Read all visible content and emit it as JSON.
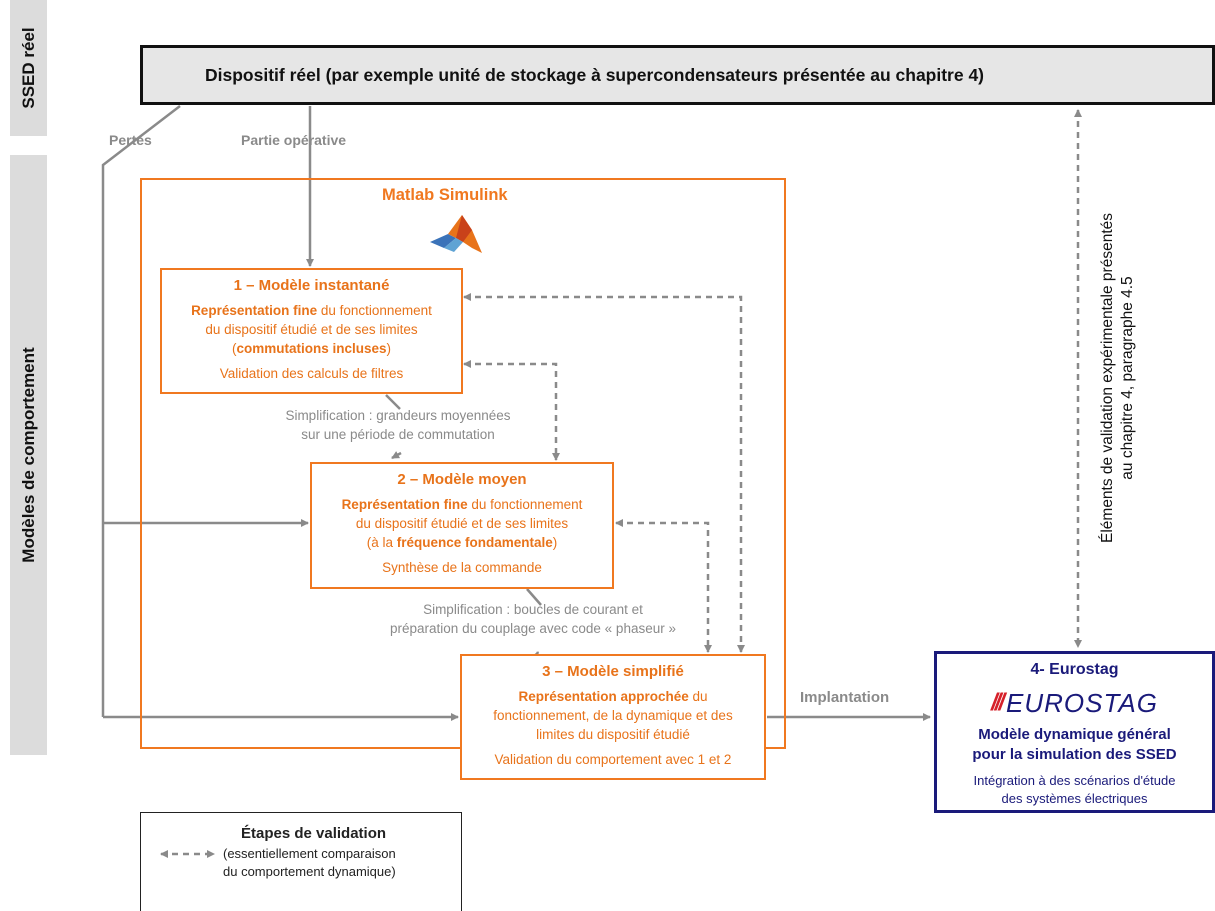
{
  "side_labels": {
    "top": "SSED réel",
    "bottom": "Modèles de comportement"
  },
  "real_device": "Dispositif réel (par exemple unité de stockage à supercondensateurs présentée au chapitre 4)",
  "links": {
    "pertes": "Pertes",
    "partie_operative": "Partie opérative",
    "implantation": "Implantation"
  },
  "simulink": {
    "title": "Matlab Simulink",
    "logo_icon": "matlab-logo-icon"
  },
  "model1": {
    "title": "1 – Modèle instantané",
    "line1_bold": "Représentation fine",
    "line1_rest": " du fonctionnement",
    "line2": "du dispositif étudié et de ses limites",
    "line3_open": "(",
    "line3_bold": "commutations incluses",
    "line3_close": ")",
    "sub": "Validation des calculs de filtres"
  },
  "simplification1": {
    "line1": "Simplification : grandeurs moyennées",
    "line2": "sur une période de commutation"
  },
  "model2": {
    "title": "2 – Modèle moyen",
    "line1_bold": "Représentation fine",
    "line1_rest": " du fonctionnement",
    "line2": "du dispositif étudié et de ses limites",
    "line3_open": "(à la ",
    "line3_bold": "fréquence fondamentale",
    "line3_close": ")",
    "sub": "Synthèse de la commande"
  },
  "simplification2": {
    "line1": "Simplification : boucles de courant et",
    "line2": "préparation du couplage avec code « phaseur »"
  },
  "model3": {
    "title": "3 – Modèle simplifié",
    "line1_bold": "Représentation approchée",
    "line1_rest": " du",
    "line2": "fonctionnement, de la dynamique et des",
    "line3": "limites du dispositif étudié",
    "sub": "Validation du comportement avec 1 et 2"
  },
  "eurostag": {
    "title": "4- Eurostag",
    "logo_bars": "///",
    "logo_name": "EUROSTAG",
    "bold_line1": "Modèle dynamique général",
    "bold_line2": "pour la simulation des SSED",
    "small_line1": "Intégration à des scénarios d'étude",
    "small_line2": "des systèmes électriques"
  },
  "validation_note": {
    "line1": "Éléments de validation expérimentale présentés",
    "line2": "au chapitre 4, paragraphe 4.5"
  },
  "legend": {
    "title": "Étapes de validation",
    "line1": "(essentiellement comparaison",
    "line2": "du comportement dynamique)"
  },
  "colors": {
    "orange": "#f07820",
    "navy": "#1a1a7a",
    "grey_arrow": "#8a8a8a"
  }
}
